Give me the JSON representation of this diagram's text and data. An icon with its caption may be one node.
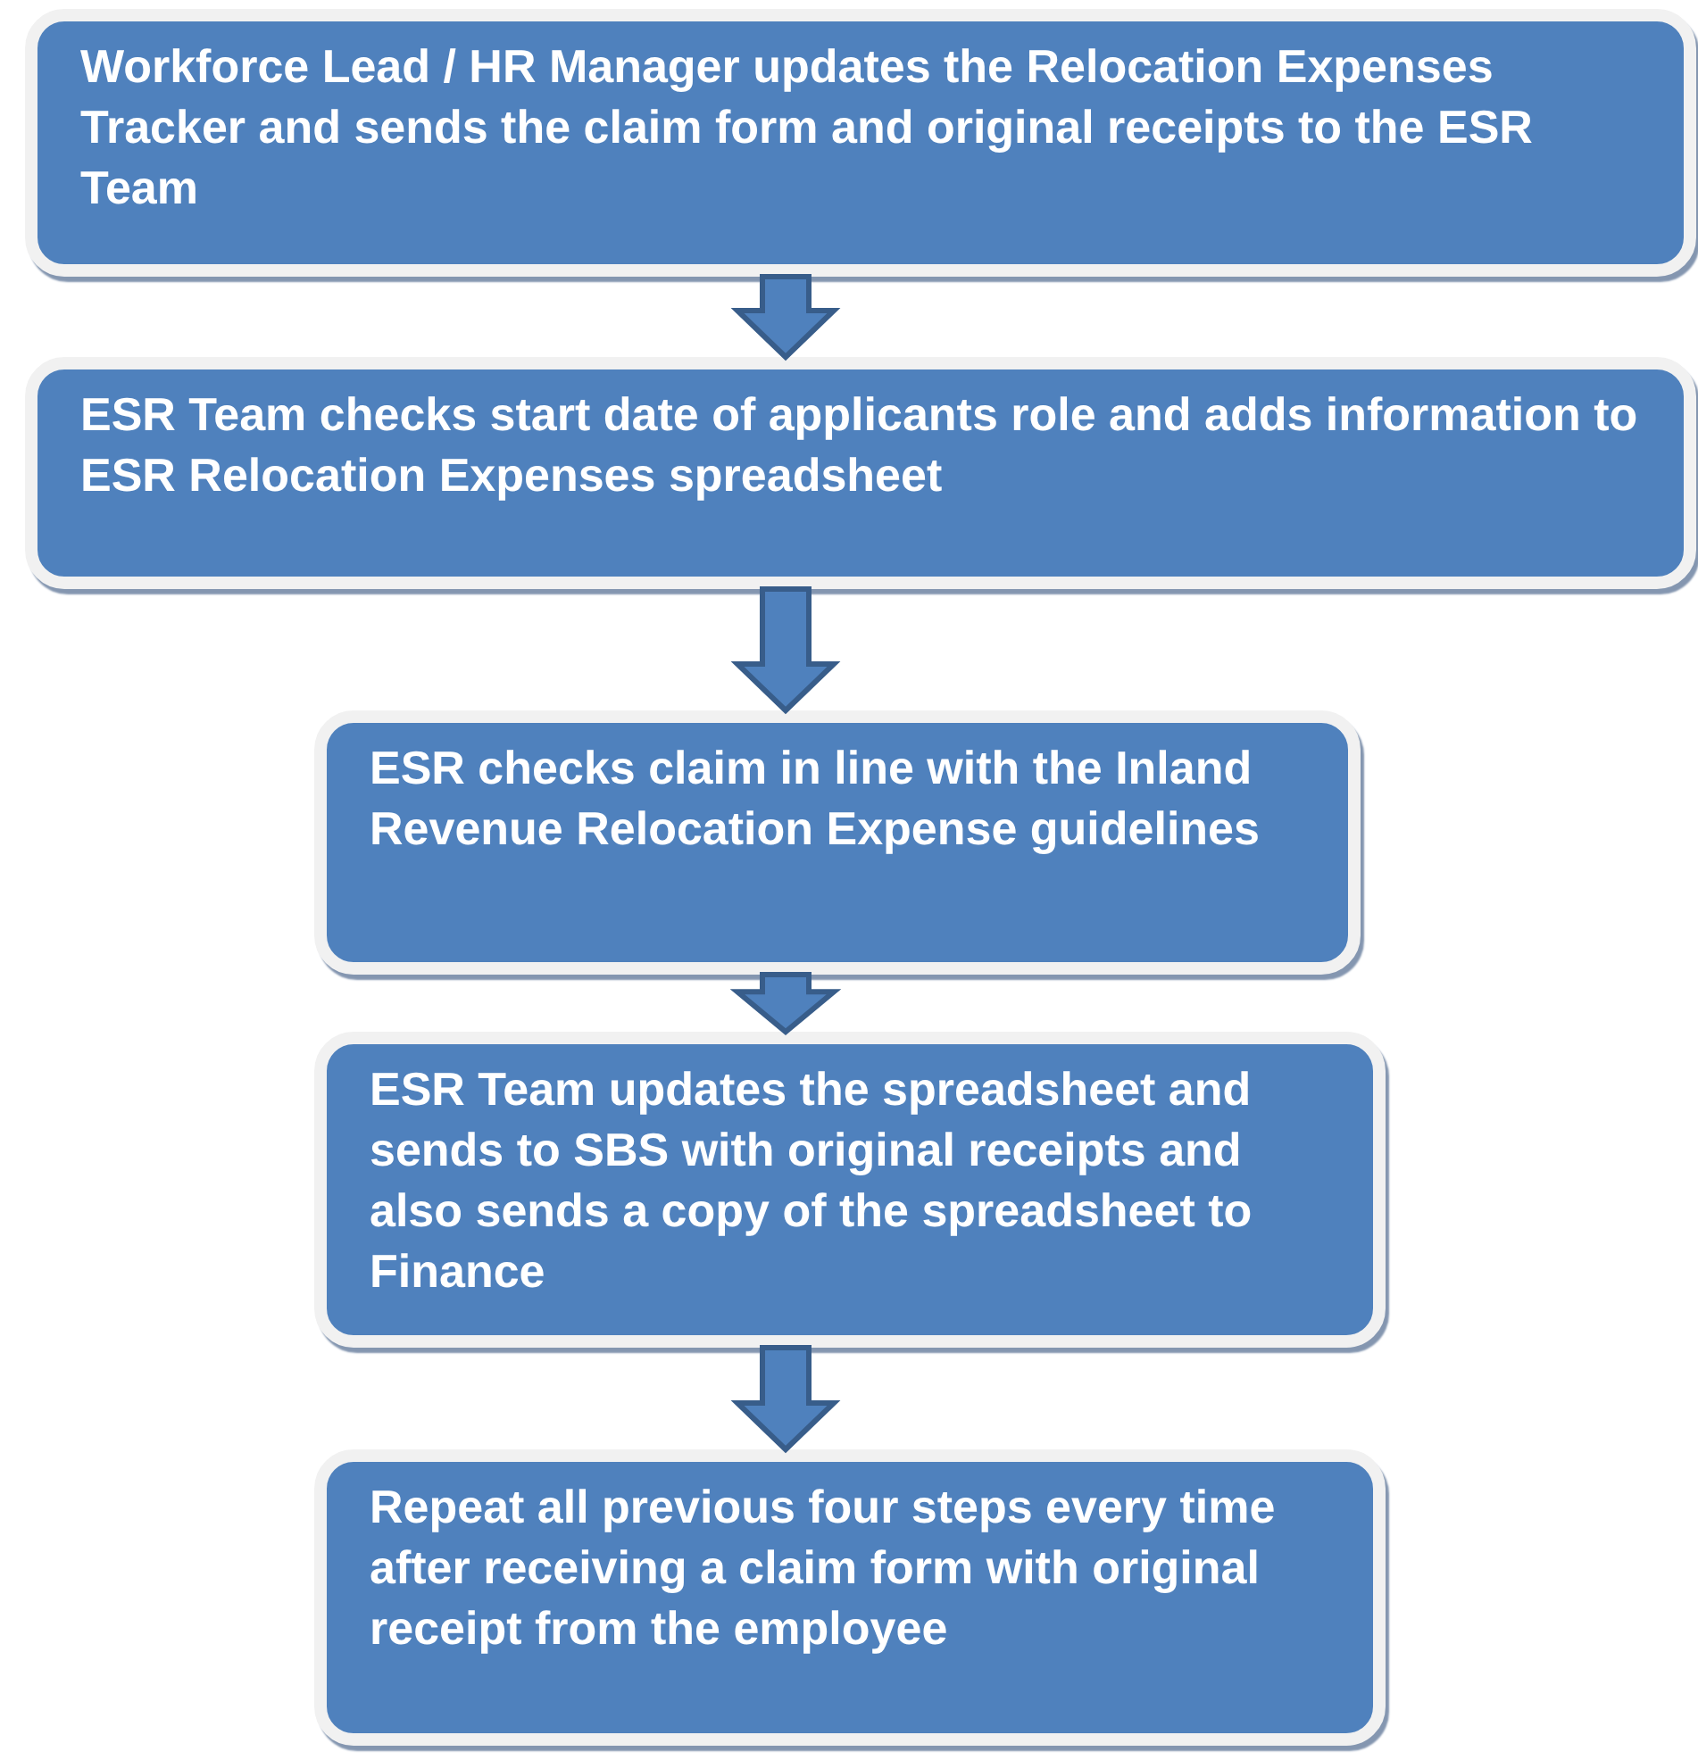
{
  "diagram": {
    "nodes": [
      {
        "text": [
          "Workforce Lead / HR Manager updates the Relocation Expenses Tracker and sends the claim form and original receipts to the ESR Team"
        ]
      },
      {
        "text": [
          "ESR Team checks start date of applicants role and adds information to ESR Relocation Expenses spreadsheet"
        ]
      },
      {
        "text": [
          "ESR checks claim in line with the Inland Revenue Relocation Expense guidelines"
        ]
      },
      {
        "text": [
          "ESR Team updates the spreadsheet and sends to SBS with original receipts and also sends a copy of the spreadsheet to Finance"
        ]
      },
      {
        "text": [
          "Repeat all previous four steps every time after receiving a claim form with original receipt from the employee"
        ]
      }
    ],
    "edges": [
      {
        "from": 0,
        "to": 1,
        "arrow": "to"
      },
      {
        "from": 1,
        "to": 2,
        "arrow": "to"
      },
      {
        "from": 2,
        "to": 3,
        "arrow": "to"
      },
      {
        "from": 3,
        "to": 4,
        "arrow": "to"
      }
    ]
  }
}
